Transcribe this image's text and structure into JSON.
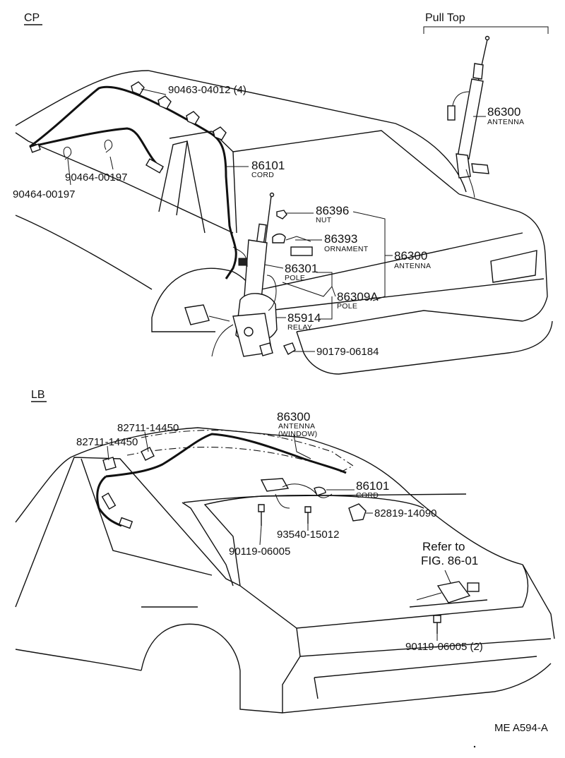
{
  "sections": {
    "cp": {
      "title": "CP",
      "pull_top": "Pull Top",
      "callouts": {
        "clip_top": "90463-04012 (4)",
        "clip_a": "90464-00197",
        "clip_b": "90464-00197",
        "cord_num": "86101",
        "cord_cap": "CORD",
        "nut_num": "86396",
        "nut_cap": "NUT",
        "orn_num": "86393",
        "orn_cap": "ORNAMENT",
        "ant_num": "86300",
        "ant_cap": "ANTENNA",
        "pole1_num": "86301",
        "pole1_cap": "POLE",
        "pole2_num": "86309A",
        "pole2_cap": "POLE",
        "relay_num": "85914",
        "relay_cap": "RELAY",
        "bolt": "90179-06184",
        "pt_ant_num": "86300",
        "pt_ant_cap": "ANTENNA"
      }
    },
    "lb": {
      "title": "LB",
      "callouts": {
        "ant_num": "86300",
        "ant_cap1": "ANTENNA",
        "ant_cap2": "(WINDOW)",
        "clip_a": "82711-14450",
        "clip_b": "82711-14450",
        "cord_num": "86101",
        "cord_cap": "CORD",
        "clamp": "82819-14090",
        "screw": "93540-15012",
        "bolt": "90119-06005",
        "bolt2": "90119-06005 (2)",
        "refer1": "Refer to",
        "refer2": "FIG. 86-01"
      }
    },
    "footer": {
      "code": "ME  A594-A"
    }
  }
}
